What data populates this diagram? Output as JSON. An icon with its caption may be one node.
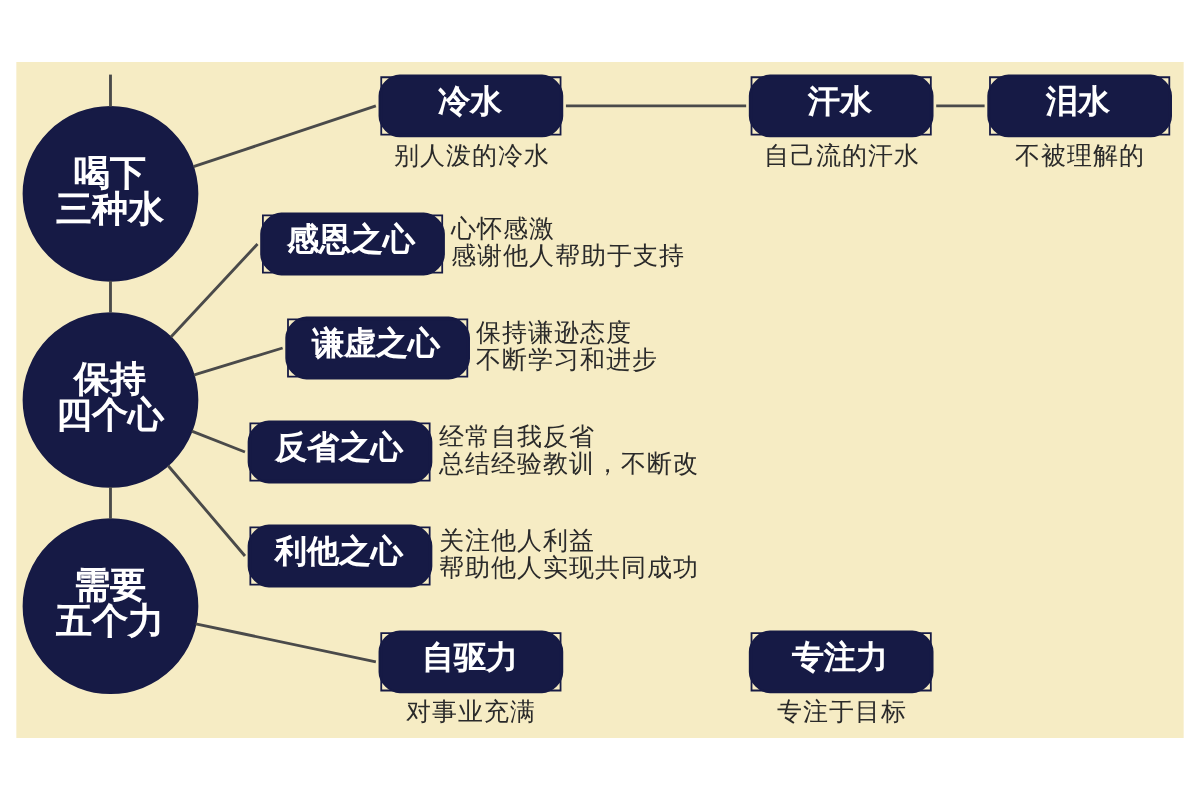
{
  "diagram": {
    "nodes": [
      {
        "text": [
          "喝下三种水"
        ]
      },
      {
        "text": [
          "冷水"
        ],
        "beside": [
          "别人泼的冷水"
        ]
      },
      {
        "text": [
          "汗水"
        ],
        "beside": [
          "自己流的汗水"
        ]
      },
      {
        "text": [
          "泪水"
        ],
        "beside": [
          "不被理解的"
        ]
      },
      {
        "text": [
          "保持四个心"
        ]
      },
      {
        "text": [
          "感恩之心"
        ],
        "beside": [
          "心怀感激",
          "感谢他人帮助于支持"
        ]
      },
      {
        "text": [
          "谦虚之心"
        ],
        "beside": [
          "保持谦逊态度",
          "不断学习和进步"
        ]
      },
      {
        "text": [
          "反省之心"
        ],
        "beside": [
          "经常自我反省",
          "总结经验教训，不断改"
        ]
      },
      {
        "text": [
          "利他之心"
        ],
        "beside": [
          "关注他人利益",
          "帮助他人实现共同成功"
        ]
      },
      {
        "text": [
          "需要五个力"
        ]
      },
      {
        "text": [
          "自驱力"
        ],
        "beside": [
          "对事业充满"
        ]
      },
      {
        "text": [
          "专注力"
        ],
        "beside": [
          "专注于目标"
        ]
      }
    ],
    "edges": [
      {
        "from": null,
        "to": 0,
        "arrow": "none"
      },
      {
        "from": 0,
        "to": 1,
        "arrow": "none"
      },
      {
        "from": 1,
        "to": 2,
        "arrow": "none"
      },
      {
        "from": 2,
        "to": 3,
        "arrow": "none"
      },
      {
        "from": 0,
        "to": 4,
        "arrow": "none"
      },
      {
        "from": 4,
        "to": 5,
        "arrow": "none"
      },
      {
        "from": 4,
        "to": 6,
        "arrow": "none"
      },
      {
        "from": 4,
        "to": 7,
        "arrow": "none"
      },
      {
        "from": 4,
        "to": 8,
        "arrow": "none"
      },
      {
        "from": 4,
        "to": 9,
        "arrow": "none"
      },
      {
        "from": 9,
        "to": 10,
        "arrow": "none"
      }
    ]
  }
}
